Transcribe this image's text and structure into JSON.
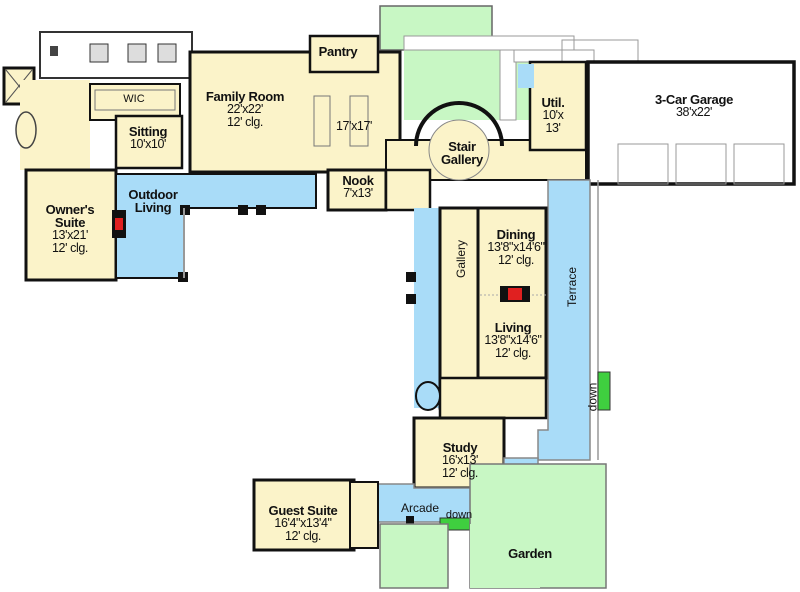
{
  "plan": {
    "colors": {
      "interior": "#fbf3c9",
      "outdoor": "#a9dcf8",
      "garden": "#c8f7c4",
      "stairs_green": "#3fcf3f",
      "fireplace": "#e02020",
      "wall": "#111111",
      "garage": "#ffffff"
    },
    "rooms": [
      {
        "id": "family-room",
        "name": "Family Room",
        "dims": "22'x22'",
        "ceiling": "12' clg."
      },
      {
        "id": "kitchen",
        "name": "",
        "dims": "17'x17'",
        "ceiling": ""
      },
      {
        "id": "pantry",
        "name": "Pantry",
        "dims": "",
        "ceiling": ""
      },
      {
        "id": "wic",
        "name": "WIC",
        "dims": "",
        "ceiling": ""
      },
      {
        "id": "sitting",
        "name": "Sitting",
        "dims": "10'x10'",
        "ceiling": ""
      },
      {
        "id": "owners-suite",
        "name": "Owner's Suite",
        "name_line1": "Owner's",
        "name_line2": "Suite",
        "dims": "13'x21'",
        "ceiling": "12' clg."
      },
      {
        "id": "outdoor-living",
        "name": "Outdoor Living",
        "name_line1": "Outdoor",
        "name_line2": "Living",
        "dims": "",
        "ceiling": ""
      },
      {
        "id": "nook",
        "name": "Nook",
        "dims": "7'x13'",
        "ceiling": ""
      },
      {
        "id": "stair-gallery",
        "name": "Stair Gallery",
        "name_line1": "Stair",
        "name_line2": "Gallery",
        "dims": "",
        "ceiling": ""
      },
      {
        "id": "utility",
        "name": "Util.",
        "dims_line1": "10'x",
        "dims_line2": "13'",
        "ceiling": ""
      },
      {
        "id": "garage",
        "name": "3-Car Garage",
        "dims": "38'x22'",
        "ceiling": ""
      },
      {
        "id": "gallery",
        "name": "Gallery",
        "dims": "",
        "ceiling": ""
      },
      {
        "id": "dining",
        "name": "Dining",
        "dims": "13'8\"x14'6\"",
        "ceiling": "12' clg."
      },
      {
        "id": "living",
        "name": "Living",
        "dims": "13'8\"x14'6\"",
        "ceiling": "12' clg."
      },
      {
        "id": "terrace",
        "name": "Terrace",
        "dims": "",
        "ceiling": ""
      },
      {
        "id": "study",
        "name": "Study",
        "dims": "16'x13'",
        "ceiling": "12' clg."
      },
      {
        "id": "guest-suite",
        "name": "Guest Suite",
        "dims": "16'4\"x13'4\"",
        "ceiling": "12' clg."
      },
      {
        "id": "arcade",
        "name": "Arcade",
        "dims": "",
        "ceiling": ""
      },
      {
        "id": "garden",
        "name": "Garden",
        "dims": "",
        "ceiling": ""
      }
    ],
    "annotations": {
      "terrace_down": "down",
      "arcade_down": "down"
    }
  }
}
